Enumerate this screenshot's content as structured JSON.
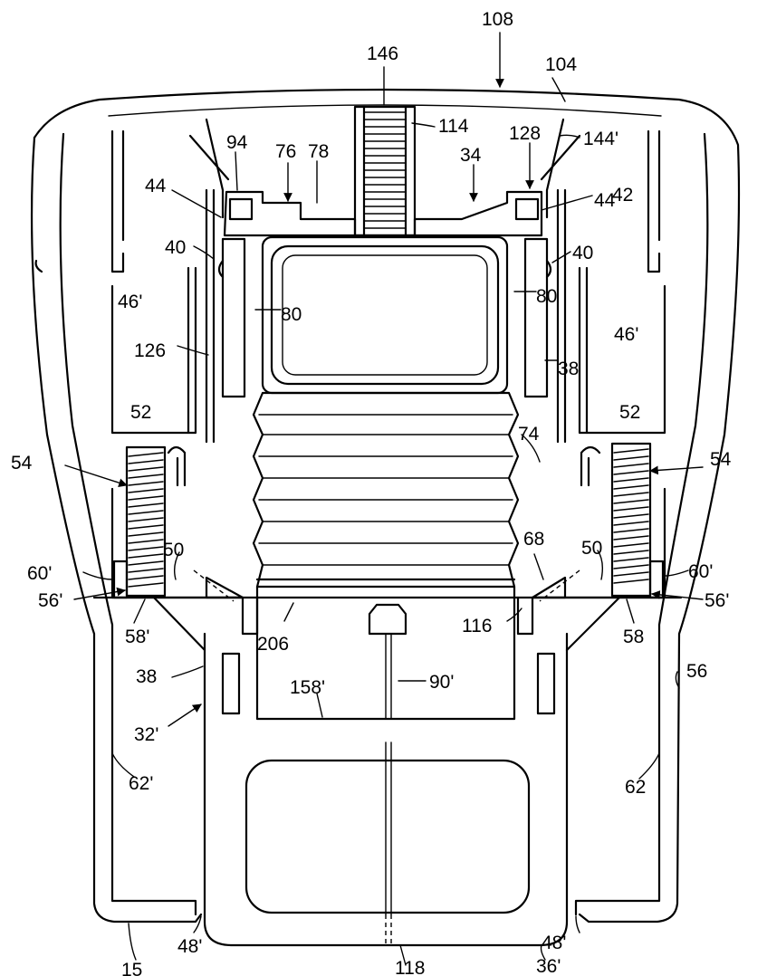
{
  "labels": {
    "l108": "108",
    "l104": "104",
    "l146": "146",
    "l114": "114",
    "l128": "128",
    "l34": "34",
    "l144p": "144'",
    "l94": "94",
    "l76": "76",
    "l78": "78",
    "l44a": "44",
    "l44b": "44",
    "l42": "42",
    "l40a": "40",
    "l40b": "40",
    "l46pa": "46'",
    "l46pb": "46'",
    "l80a": "80",
    "l80b": "80",
    "l126": "126",
    "l38a": "38",
    "l52a": "52",
    "l52b": "52",
    "l74": "74",
    "l54a": "54",
    "l54b": "54",
    "l50a": "50",
    "l50b": "50",
    "l68": "68",
    "l60pa": "60'",
    "l60pb": "60'",
    "l56pa": "56'",
    "l56pb": "56'",
    "l58p": "58'",
    "l206": "206",
    "l116": "116",
    "l58": "58",
    "l38b": "38",
    "l158p": "158'",
    "l90p": "90'",
    "l56": "56",
    "l32p": "32'",
    "l62p": "62'",
    "l62": "62",
    "l48pa": "48'",
    "l48pb": "48'",
    "l15": "15",
    "l118": "118",
    "l36p": "36'"
  }
}
